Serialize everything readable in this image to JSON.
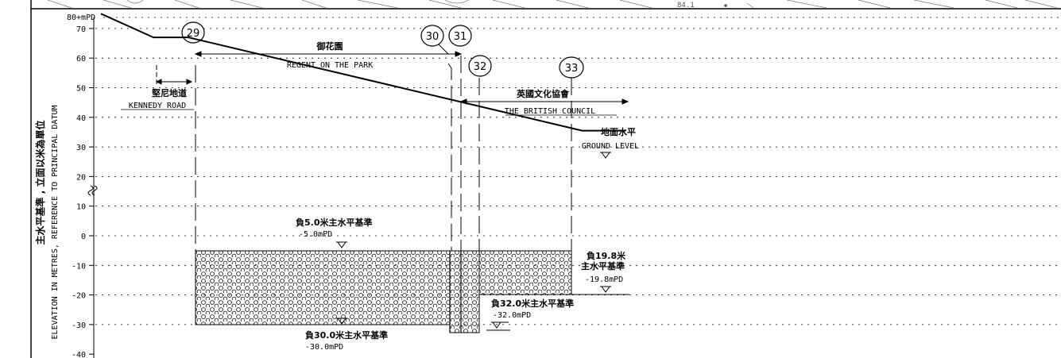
{
  "chart_data": {
    "type": "line",
    "y_axis": {
      "label_en": "ELEVATION IN METRES, REFERENCE TO PRINCIPAL DATUM",
      "label_cn": "主水平基準 , 立面以米為單位",
      "top_label": "80+mPD",
      "ticks": [
        70,
        60,
        50,
        40,
        30,
        20,
        10,
        0,
        -10,
        -20,
        -30,
        -40
      ],
      "tick_labels": [
        "70",
        "60",
        "50",
        "40",
        "30",
        "20",
        "10",
        "0",
        "-10",
        "-20",
        "-30",
        "-40"
      ],
      "ylim": [
        -40,
        80
      ],
      "grid": true
    },
    "ground_level": {
      "label_cn": "地面水平",
      "label_en": "GROUND LEVEL",
      "points": [
        [
          0,
          75
        ],
        [
          18,
          67
        ],
        [
          30,
          67
        ],
        [
          165,
          35.5
        ],
        [
          180,
          35.5
        ]
      ]
    },
    "sections": [
      {
        "id": "29",
        "at": 30
      },
      {
        "id": "30",
        "at": 103
      },
      {
        "id": "31",
        "at": 109
      },
      {
        "id": "32",
        "at": 111
      },
      {
        "id": "33",
        "at": 147
      }
    ],
    "zones": [
      {
        "name_cn": "堅尼地道",
        "name_en": "KENNEDY ROAD"
      },
      {
        "name_cn": "御花園",
        "name_en": "REGENT ON THE PARK"
      },
      {
        "name_cn": "英國文化協會",
        "name_en": "THE BRITISH COUNCIL"
      }
    ],
    "levels": [
      {
        "cn": "負5.0米主水平基準",
        "en": "-5.0mPD",
        "value": -5.0
      },
      {
        "cn": "負30.0米主水平基準",
        "en": "-30.0mPD",
        "value": -30.0
      },
      {
        "cn": "負32.0米主水平基準",
        "en": "-32.0mPD",
        "value": -32.0
      },
      {
        "cn_line1": "負19.8米",
        "cn_line2": "主水平基準",
        "en": "-19.8mPD",
        "value": -19.8
      }
    ]
  },
  "corner_text": "84.1"
}
